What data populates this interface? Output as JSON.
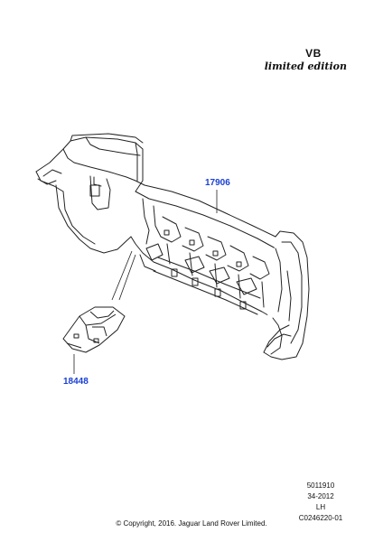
{
  "header": {
    "model_code": "VB",
    "edition": "limited edition"
  },
  "callouts": [
    {
      "part_number": "17906"
    },
    {
      "part_number": "18448"
    }
  ],
  "meta": {
    "drawing_id": "5011910",
    "date_code": "34-2012",
    "side": "LH",
    "reference": "C0246220-01"
  },
  "footer": {
    "copyright": "© Copyright, 2016. Jaguar Land Rover Limited."
  },
  "colors": {
    "callout": "#1a3fd6",
    "line": "#222222",
    "shade": "#d9d9d9"
  }
}
